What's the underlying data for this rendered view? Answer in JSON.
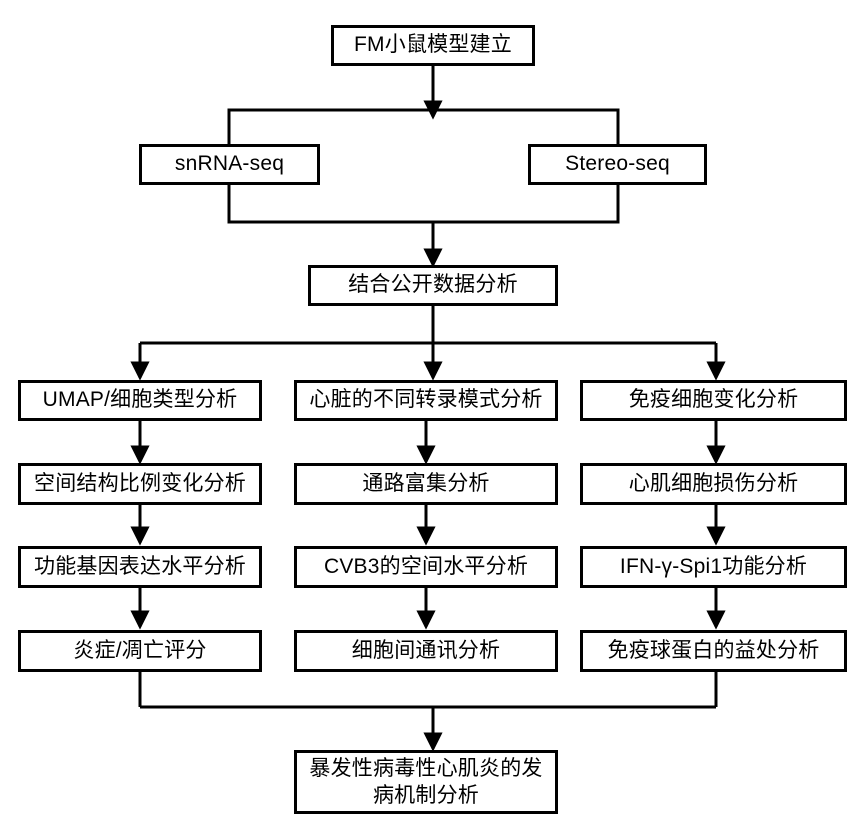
{
  "diagram": {
    "title_node": {
      "id": "fm-model",
      "label": "FM小鼠模型建立"
    },
    "sequencing_nodes": [
      {
        "id": "snrna-seq",
        "label": "snRNA-seq"
      },
      {
        "id": "stereo-seq",
        "label": "Stereo-seq"
      }
    ],
    "integration_node": {
      "id": "public-data",
      "label": "结合公开数据分析"
    },
    "columns": [
      {
        "id": "column-umap",
        "steps": [
          {
            "id": "umap-celltype",
            "label": "UMAP/细胞类型分析"
          },
          {
            "id": "spatial-structure",
            "label": "空间结构比例变化分析"
          },
          {
            "id": "functional-gene",
            "label": "功能基因表达水平分析"
          },
          {
            "id": "inflammation-apoptosis",
            "label": "炎症/凋亡评分"
          }
        ]
      },
      {
        "id": "column-transcription",
        "steps": [
          {
            "id": "heart-transcription",
            "label": "心脏的不同转录模式分析"
          },
          {
            "id": "pathway-enrichment",
            "label": "通路富集分析"
          },
          {
            "id": "cvb3-spatial",
            "label": "CVB3的空间水平分析"
          },
          {
            "id": "cell-communication",
            "label": "细胞间通讯分析"
          }
        ]
      },
      {
        "id": "column-immune",
        "steps": [
          {
            "id": "immune-cell-change",
            "label": "免疫细胞变化分析"
          },
          {
            "id": "cardiomyocyte-injury",
            "label": "心肌细胞损伤分析"
          },
          {
            "id": "ifn-spi1",
            "label": "IFN-γ-Spi1功能分析"
          },
          {
            "id": "immunoglobulin-benefit",
            "label": "免疫球蛋白的益处分析"
          }
        ]
      }
    ],
    "conclusion_node": {
      "id": "pathogenesis",
      "label": "暴发性病毒性心肌炎的发\n病机制分析"
    },
    "style": {
      "line_color": "#000000",
      "box_border_color": "#000000",
      "box_fill": "#ffffff",
      "text_color": "#000000",
      "background": "#ffffff"
    }
  }
}
